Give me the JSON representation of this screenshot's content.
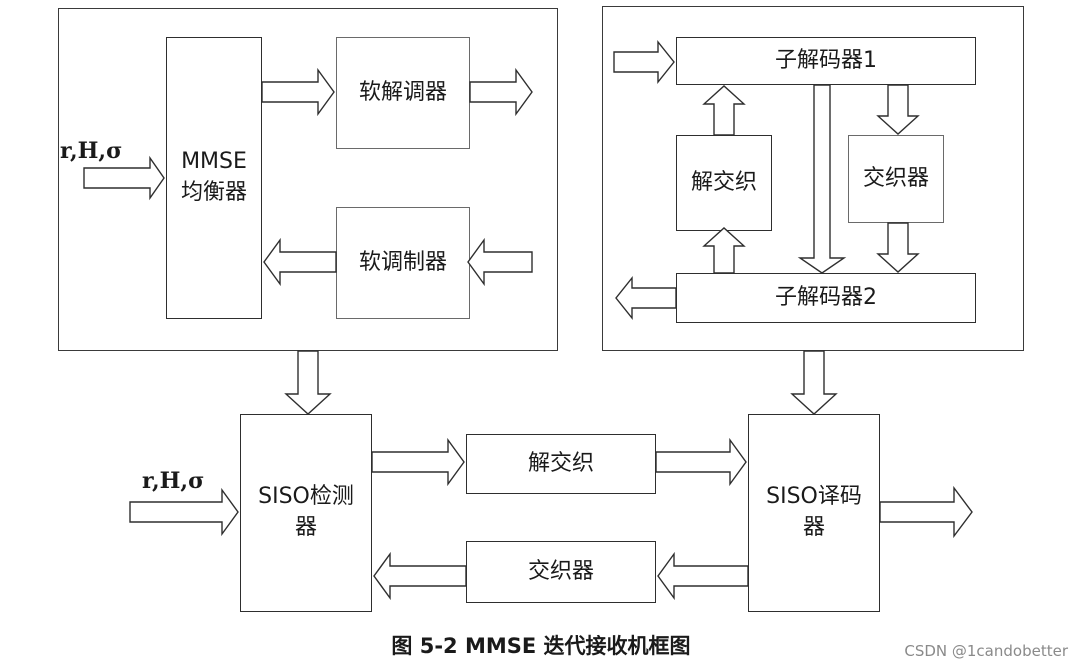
{
  "top_left": {
    "mmse_equalizer": "MMSE\n均衡器",
    "soft_demodulator": "软解调器",
    "soft_modulator": "软调制器",
    "input_label": "r,H,σ"
  },
  "top_right": {
    "sub_decoder_1": "子解码器1",
    "deinterleaver": "解交织",
    "interleaver": "交织器",
    "sub_decoder_2": "子解码器2"
  },
  "bottom": {
    "siso_detector": "SISO检测\n器",
    "deinterleaver": "解交织",
    "interleaver": "交织器",
    "siso_decoder": "SISO译码\n器",
    "input_label": "r,H,σ"
  },
  "caption": "图 5-2 MMSE 迭代接收机框图",
  "watermark": "CSDN @1candobetter"
}
